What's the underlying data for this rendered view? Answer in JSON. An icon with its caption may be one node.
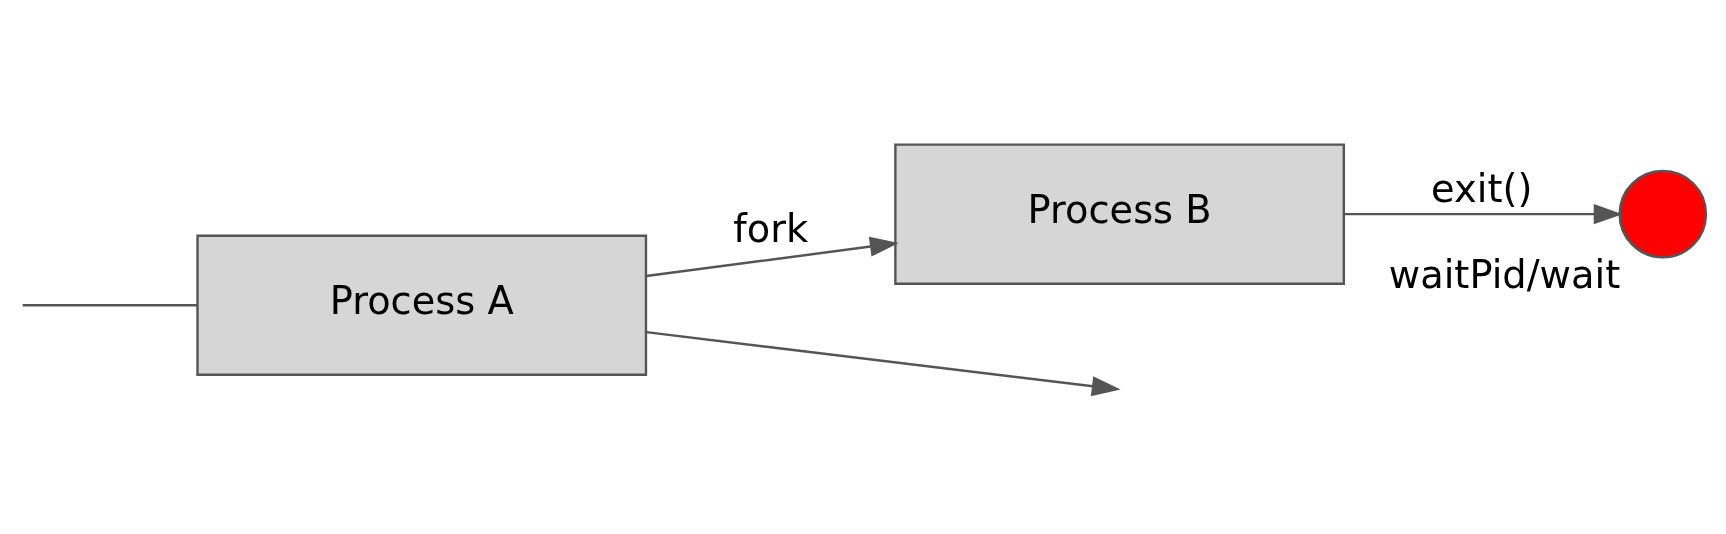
{
  "diagram": {
    "nodes": [
      {
        "text": [
          "Process A"
        ]
      },
      {
        "text": [
          "Process B"
        ]
      },
      {
        "text": [],
        "shape": "circle",
        "beside": [
          "waitPid/wait"
        ]
      }
    ],
    "edges": [
      {
        "from": 0,
        "to": null,
        "arrow": "to"
      },
      {
        "from": null,
        "to": 0,
        "arrow": "none"
      },
      {
        "from": 0,
        "to": 1,
        "label": "fork",
        "arrow": "to"
      },
      {
        "from": 1,
        "to": 2,
        "label": "exit()",
        "arrow": "to"
      }
    ]
  }
}
